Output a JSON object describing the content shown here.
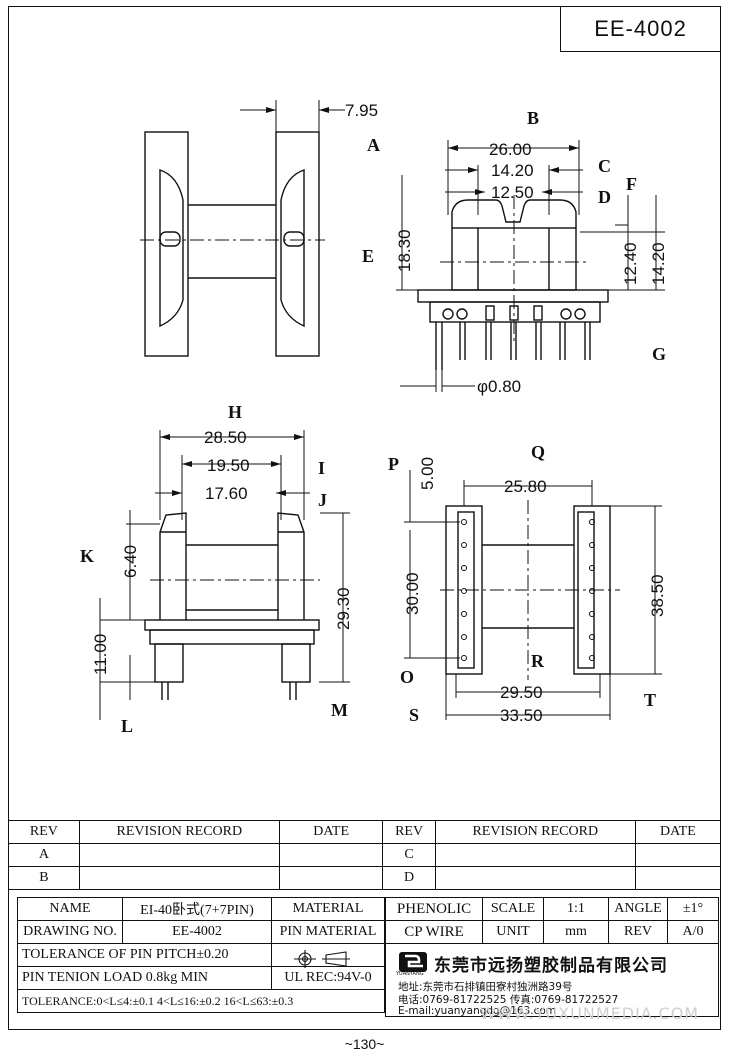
{
  "title": "EE-4002",
  "views": {
    "side_view": {
      "dim_top": "7.95",
      "label_a": "A"
    },
    "front_view": {
      "label_b": "B",
      "label_c": "C",
      "label_d": "D",
      "label_e": "E",
      "label_f": "F",
      "label_g": "G",
      "dim_b": "26.00",
      "dim_c": "14.20",
      "dim_d": "12.50",
      "dim_e": "18.30",
      "dim_f1": "12.40",
      "dim_f2": "14.20",
      "dim_pin": "φ0.80"
    },
    "section_view": {
      "label_h": "H",
      "label_i": "I",
      "label_j": "J",
      "label_k": "K",
      "label_l": "L",
      "label_m": "M",
      "dim_h": "28.50",
      "dim_i": "19.50",
      "dim_j": "17.60",
      "dim_k": "6.40",
      "dim_l": "11.00",
      "dim_m": "29.30"
    },
    "bottom_view": {
      "label_p": "P",
      "label_q": "Q",
      "label_r": "R",
      "label_o": "O",
      "label_s": "S",
      "label_t": "T",
      "dim_p": "5.00",
      "dim_q": "25.80",
      "dim_o": "30.00",
      "dim_r": "38.50",
      "dim_t": "29.50",
      "dim_s": "33.50"
    }
  },
  "revision_table": {
    "headers": [
      "REV",
      "REVISION RECORD",
      "DATE",
      "REV",
      "REVISION RECORD",
      "DATE"
    ],
    "rows": [
      [
        "A",
        "",
        "",
        "C",
        "",
        ""
      ],
      [
        "B",
        "",
        "",
        "D",
        "",
        ""
      ]
    ]
  },
  "info": {
    "name_label": "NAME",
    "name_value": "EI-40卧式(7+7PIN)",
    "material_label": "MATERIAL",
    "material_value": "PHENOLIC",
    "scale_label": "SCALE",
    "scale_value": "1:1",
    "angle_label": "ANGLE",
    "angle_value": "±1°",
    "drawing_no_label": "DRAWING NO.",
    "drawing_no_value": "EE-4002",
    "pin_material_label": "PIN MATERIAL",
    "pin_material_value": "CP WIRE",
    "unit_label": "UNIT",
    "unit_value": "mm",
    "rev_label": "REV",
    "rev_value": "A/0",
    "pitch_tolerance": "TOLERANCE OF PIN PITCH±0.20",
    "pin_load": "PIN TENION LOAD 0.8kg MIN",
    "ul_rec": "UL REC:94V-0",
    "tolerance": "TOLERANCE:0<L≤4:±0.1  4<L≤16:±0.2  16<L≤63:±0.3"
  },
  "company": {
    "logo_text": "YUANYANG",
    "name": "东莞市远扬塑胶制品有限公司",
    "address": "地址:东莞市石排镇田寮村独洲路39号",
    "tel": "电话:0769-81722525     传真:0769-81722527",
    "email": "E-mail:yuanyangdg@163.com"
  },
  "watermark": "WWW.YUXUNMEDIA.COM",
  "page_number": "~130~"
}
